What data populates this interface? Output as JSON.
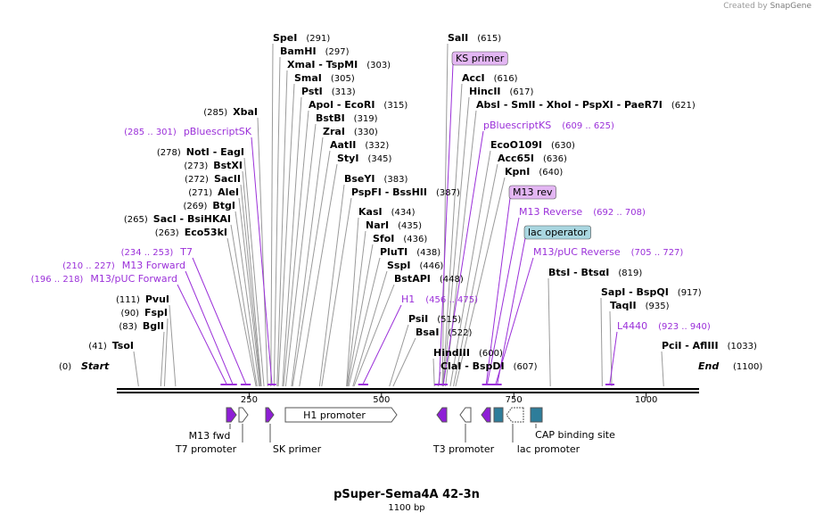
{
  "credit": {
    "created_by": "Created by",
    "app": "SnapGene"
  },
  "title": "pSuper-Sema4A 42-3n",
  "length_label": "1100 bp",
  "colors": {
    "enzyme": "#000000",
    "primer": "#9b30d9",
    "feature_purple": "#8e1ed6",
    "feature_teal": "#2e7d9a",
    "line": "#9a9a9a"
  },
  "sequence": {
    "start": 0,
    "end": 1100,
    "ticks": [
      250,
      500,
      750,
      1000
    ]
  },
  "ends": [
    {
      "name": "Start",
      "pos_label": "(0)"
    },
    {
      "name": "End",
      "pos_label": "(1100)"
    }
  ],
  "sites": [
    {
      "name": "SpeI",
      "pos": "(291)",
      "site": 291
    },
    {
      "name": "BamHI",
      "pos": "(297)",
      "site": 297
    },
    {
      "name": "XmaI - TspMI",
      "pos": "(303)",
      "site": 303
    },
    {
      "name": "SmaI",
      "pos": "(305)",
      "site": 305
    },
    {
      "name": "PstI",
      "pos": "(313)",
      "site": 313
    },
    {
      "name": "ApoI - EcoRI",
      "pos": "(315)",
      "site": 315
    },
    {
      "name": "BstBI",
      "pos": "(319)",
      "site": 319
    },
    {
      "name": "ZraI",
      "pos": "(330)",
      "site": 330
    },
    {
      "name": "AatII",
      "pos": "(332)",
      "site": 332
    },
    {
      "name": "StyI",
      "pos": "(345)",
      "site": 345
    },
    {
      "name": "BseYI",
      "pos": "(383)",
      "site": 383
    },
    {
      "name": "PspFI - BssHII",
      "pos": "(387)",
      "site": 387
    },
    {
      "name": "KasI",
      "pos": "(434)",
      "site": 434
    },
    {
      "name": "NarI",
      "pos": "(435)",
      "site": 435
    },
    {
      "name": "SfoI",
      "pos": "(436)",
      "site": 436
    },
    {
      "name": "PluTI",
      "pos": "(438)",
      "site": 438
    },
    {
      "name": "SspI",
      "pos": "(446)",
      "site": 446
    },
    {
      "name": "BstAPI",
      "pos": "(448)",
      "site": 448
    },
    {
      "name": "PsiI",
      "pos": "(515)",
      "site": 515
    },
    {
      "name": "BsaI",
      "pos": "(522)",
      "site": 522
    },
    {
      "name": "HindIII",
      "pos": "(600)",
      "site": 600
    },
    {
      "name": "ClaI - BspDI",
      "pos": "(607)",
      "site": 607
    },
    {
      "name": "SalI",
      "pos": "(615)",
      "site": 615
    },
    {
      "name": "AccI",
      "pos": "(616)",
      "site": 616
    },
    {
      "name": "HincII",
      "pos": "(617)",
      "site": 617
    },
    {
      "name": "AbsI - SmlI - XhoI - PspXI - PaeR7I",
      "pos": "(621)",
      "site": 621
    },
    {
      "name": "EcoO109I",
      "pos": "(630)",
      "site": 630
    },
    {
      "name": "Acc65I",
      "pos": "(636)",
      "site": 636
    },
    {
      "name": "KpnI",
      "pos": "(640)",
      "site": 640
    },
    {
      "name": "BtsI - BtsαI",
      "pos": "(819)",
      "site": 819
    },
    {
      "name": "SapI - BspQI",
      "pos": "(917)",
      "site": 917
    },
    {
      "name": "TaqII",
      "pos": "(935)",
      "site": 935
    },
    {
      "name": "PciI - AflIII",
      "pos": "(1033)",
      "site": 1033
    },
    {
      "name": "XbaI",
      "pos": "(285)",
      "site": 285
    },
    {
      "name": "NotI - EagI",
      "pos": "(278)",
      "site": 278
    },
    {
      "name": "BstXI",
      "pos": "(273)",
      "site": 273
    },
    {
      "name": "SacII",
      "pos": "(272)",
      "site": 272
    },
    {
      "name": "AleI",
      "pos": "(271)",
      "site": 271
    },
    {
      "name": "BtgI",
      "pos": "(269)",
      "site": 269
    },
    {
      "name": "SacI - BsiHKAI",
      "pos": "(265)",
      "site": 265
    },
    {
      "name": "Eco53kI",
      "pos": "(263)",
      "site": 263
    },
    {
      "name": "PvuI",
      "pos": "(111)",
      "site": 111
    },
    {
      "name": "FspI",
      "pos": "(90)",
      "site": 90
    },
    {
      "name": "BglI",
      "pos": "(83)",
      "site": 83
    },
    {
      "name": "TsoI",
      "pos": "(41)",
      "site": 41
    }
  ],
  "primers": [
    {
      "name": "pBluescriptSK",
      "range": "(285 .. 301)",
      "from": 285,
      "to": 301
    },
    {
      "name": "T7",
      "range": "(234 .. 253)",
      "from": 234,
      "to": 253
    },
    {
      "name": "M13 Forward",
      "range": "(210 .. 227)",
      "from": 210,
      "to": 227
    },
    {
      "name": "M13/pUC Forward",
      "range": "(196 .. 218)",
      "from": 196,
      "to": 218
    },
    {
      "name": "H1",
      "range": "(456 .. 475)",
      "from": 456,
      "to": 475
    },
    {
      "name": "KS primer",
      "range": "",
      "from": 600,
      "to": 618
    },
    {
      "name": "pBluescriptKS",
      "range": "(609 .. 625)",
      "from": 609,
      "to": 625
    },
    {
      "name": "M13 rev",
      "range": "",
      "from": 690,
      "to": 706
    },
    {
      "name": "M13 Reverse",
      "range": "(692 .. 708)",
      "from": 692,
      "to": 708
    },
    {
      "name": "lac operator",
      "range": "",
      "from": 711,
      "to": 727
    },
    {
      "name": "M13/pUC Reverse",
      "range": "(705 .. 727)",
      "from": 705,
      "to": 727
    },
    {
      "name": "L4440",
      "range": "(923 .. 940)",
      "from": 923,
      "to": 940
    }
  ],
  "features": [
    {
      "name": "M13 fwd",
      "label": "M13 fwd"
    },
    {
      "name": "T7 promoter",
      "label": "T7 promoter"
    },
    {
      "name": "SK primer",
      "label": "SK primer"
    },
    {
      "name": "H1 promoter",
      "label": "H1 promoter"
    },
    {
      "name": "T3 promoter",
      "label": "T3 promoter"
    },
    {
      "name": "lac promoter",
      "label": "lac promoter"
    },
    {
      "name": "CAP binding site",
      "label": "CAP binding site"
    }
  ]
}
